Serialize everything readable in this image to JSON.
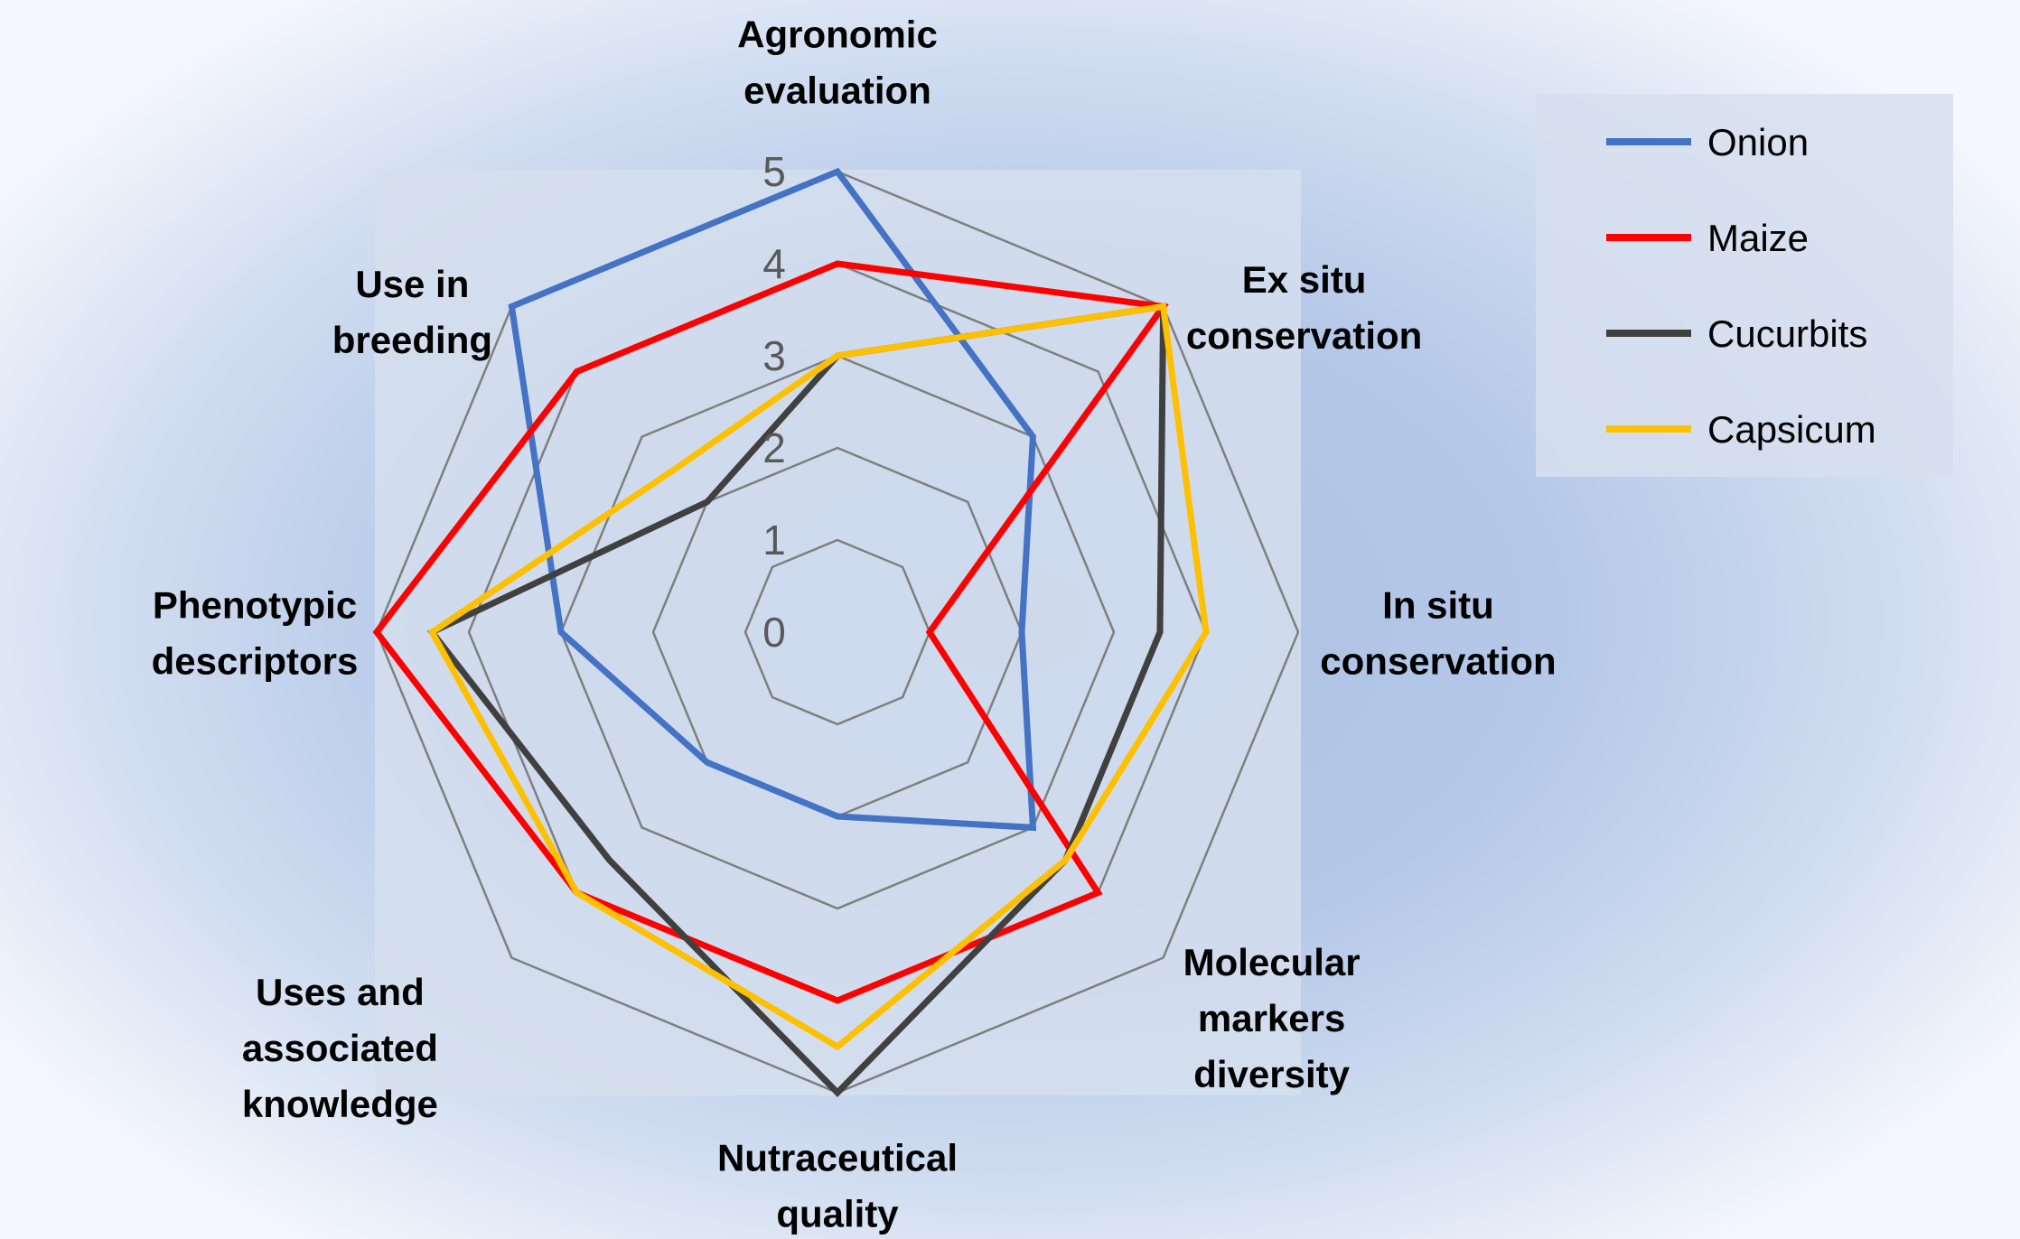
{
  "chart_data": {
    "type": "radar",
    "categories": [
      "Agronomic evaluation",
      "Ex situ conservation",
      "In situ conservation",
      "Molecular markers diversity",
      "Nutraceutical quality",
      "Uses and associated knowledge",
      "Phenotypic descriptors",
      "Use in breeding"
    ],
    "category_label_lines": [
      [
        "Agronomic",
        "evaluation"
      ],
      [
        "Ex situ",
        "conservation"
      ],
      [
        "In situ",
        "conservation"
      ],
      [
        "Molecular",
        "markers",
        "diversity"
      ],
      [
        "Nutraceutical",
        "quality"
      ],
      [
        "Uses and",
        "associated",
        "knowledge"
      ],
      [
        "Phenotypic",
        "descriptors"
      ],
      [
        "Use in",
        "breeding"
      ]
    ],
    "radial_ticks": [
      "0",
      "1",
      "2",
      "3",
      "4",
      "5"
    ],
    "rlim": [
      0,
      5
    ],
    "grid": true,
    "legend_position": "top-right",
    "series": [
      {
        "name": "Onion",
        "color": "#4472c4",
        "values": [
          5,
          3,
          2,
          3,
          2,
          2,
          3,
          5
        ]
      },
      {
        "name": "Maize",
        "color": "#ff0000",
        "values": [
          4,
          5,
          1,
          4,
          4,
          4,
          5,
          4
        ]
      },
      {
        "name": "Cucurbits",
        "color": "#404040",
        "values": [
          3,
          5,
          3.5,
          3.5,
          5,
          3.5,
          4.4,
          2
        ]
      },
      {
        "name": "Capsicum",
        "color": "#ffc000",
        "values": [
          3,
          5,
          4,
          3.5,
          4.5,
          4,
          4.4,
          2.5
        ]
      }
    ]
  }
}
